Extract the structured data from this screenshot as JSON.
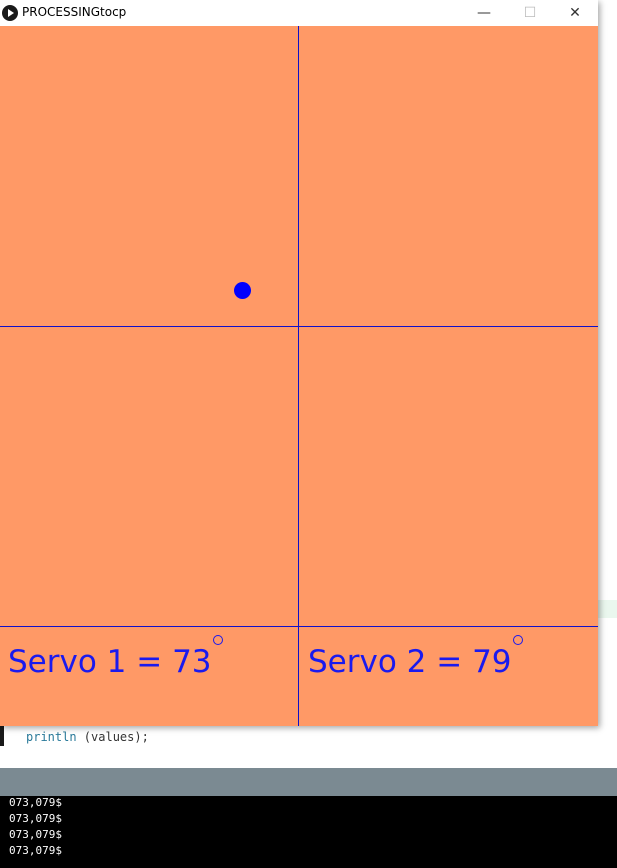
{
  "window": {
    "title": "PROCESSINGtocp",
    "minimize": "—",
    "maximize": "☐",
    "close": "✕"
  },
  "servos": [
    {
      "label": "Servo 1 = 73",
      "degree_symbol": "°",
      "value": 73
    },
    {
      "label": "Servo 2 = 79",
      "degree_symbol": "°",
      "value": 79
    }
  ],
  "code": {
    "keyword": "println",
    "rest": " (values);"
  },
  "console": {
    "lines": [
      "073,079$",
      "073,079$",
      "073,079$",
      "073,079$"
    ]
  },
  "colors": {
    "canvas_bg": "#ff9966",
    "grid_line": "#1010c8",
    "dot": "#0000ff",
    "text": "#1a1aee"
  }
}
